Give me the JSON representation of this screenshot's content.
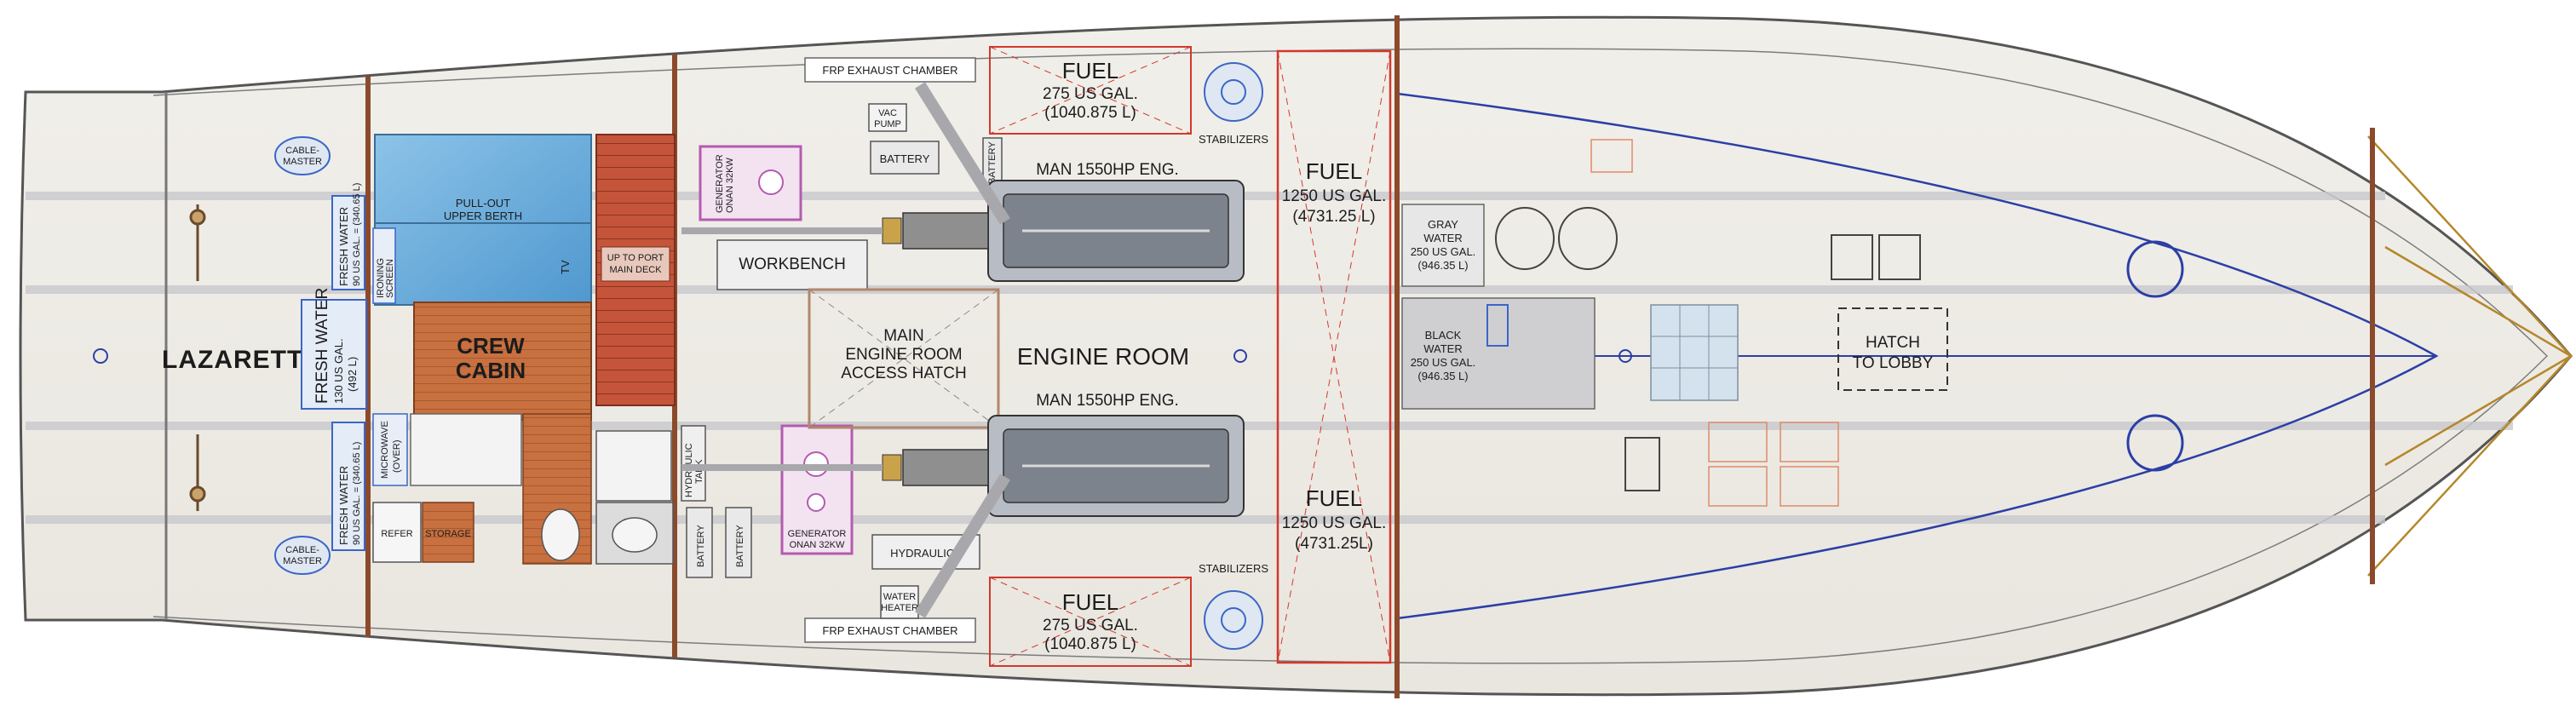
{
  "rooms": {
    "lazarette": "LAZARETTE",
    "crew_cabin": [
      "CREW",
      "CABIN"
    ],
    "engine_room": "ENGINE ROOM",
    "access_hatch": [
      "MAIN",
      "ENGINE ROOM",
      "ACCESS HATCH"
    ],
    "hatch_to_lobby": [
      "HATCH",
      "TO LOBBY"
    ]
  },
  "fuel_tanks": {
    "wing_top": [
      "FUEL",
      "275 US GAL.",
      "(1040.875 L)"
    ],
    "wing_bottom": [
      "FUEL",
      "275 US GAL.",
      "(1040.875 L)"
    ],
    "main_top": [
      "FUEL",
      "1250 US GAL.",
      "(4731.25 L)"
    ],
    "main_bottom": [
      "FUEL",
      "1250 US GAL.",
      "(4731.25L)"
    ]
  },
  "water_tanks": {
    "fresh_top": [
      "FRESH WATER",
      "90 US GAL. = (340.65 L)"
    ],
    "fresh_mid": [
      "FRESH WATER",
      "130 US GAL.",
      "(492 L)"
    ],
    "fresh_bottom": [
      "FRESH WATER",
      "90 US GAL. = (340.65 L)"
    ],
    "gray": [
      "GRAY",
      "WATER",
      "250 US GAL.",
      "(946.35 L)"
    ],
    "black": [
      "BLACK",
      "WATER",
      "250 US GAL.",
      "(946.35 L)"
    ]
  },
  "engines": {
    "top": "MAN 1550HP ENG.",
    "bottom": "MAN 1550HP ENG."
  },
  "equipment": {
    "cablemaster_top": [
      "CABLE-",
      "MASTER"
    ],
    "cablemaster_bottom": [
      "CABLE-",
      "MASTER"
    ],
    "pullout_berth": [
      "PULL-OUT",
      "UPPER BERTH"
    ],
    "ironing_screen": [
      "IRONING",
      "SCREEN"
    ],
    "tv": "TV",
    "up_to_port": [
      "UP TO PORT",
      "MAIN DECK"
    ],
    "workbench": "WORKBENCH",
    "microwave": [
      "MICROWAVE",
      "(OVER)"
    ],
    "refer": "REFER",
    "storage": "STORAGE",
    "hydraulic_tank": [
      "HYDRAULIC",
      "TANK"
    ],
    "battery_top": "BATTERY",
    "battery_top_side": "BATTERY",
    "battery_bl1": "BATTERY",
    "battery_bl2": "BATTERY",
    "hydraulics": "HYDRAULICS",
    "generator_top": [
      "GENERATOR",
      "ONAN 32KW"
    ],
    "generator_bottom": [
      "GENERATOR",
      "ONAN 32KW"
    ],
    "vac_pump": [
      "VAC",
      "PUMP"
    ],
    "water_heater": [
      "WATER",
      "HEATER"
    ],
    "frp_exhaust_top": "FRP EXHAUST CHAMBER",
    "frp_exhaust_bottom": "FRP EXHAUST CHAMBER",
    "stabilizers_top": "STABILIZERS",
    "stabilizers_bottom": "STABILIZERS"
  },
  "colors": {
    "hull_outline": "#555555",
    "bulkhead": "#8b4a2b",
    "fuel_tank_outline": "#d2382c",
    "berth_blue": "#63a9d9",
    "cabin_wood": "#c8703f",
    "stair_red": "#b94a2f",
    "water_tank_blue": "#3a66c7",
    "generator_purple": "#b45bb0",
    "shaft_gray": "#a8a8ac",
    "centerline_blue": "#2b3fa6",
    "centerline_gold": "#b5872a"
  }
}
